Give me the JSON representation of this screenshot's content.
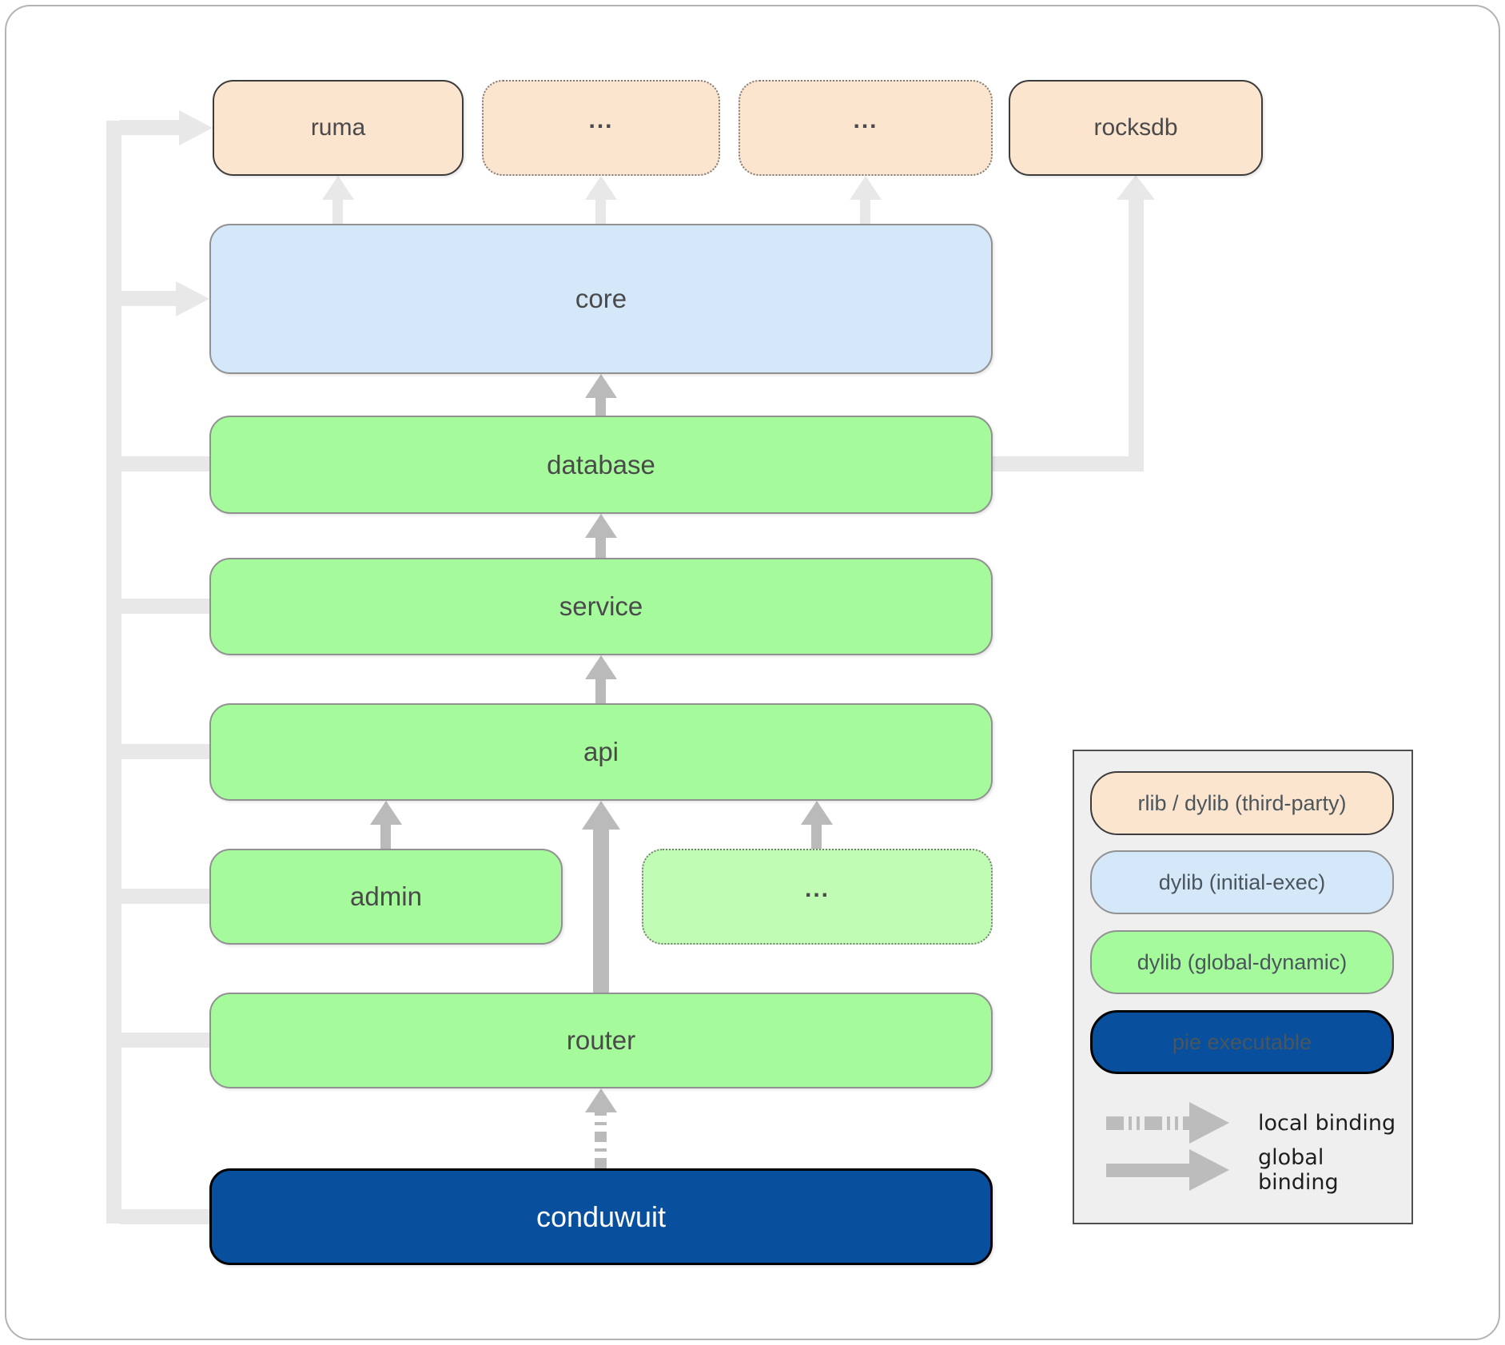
{
  "diagram": {
    "nodes": {
      "ruma": "ruma",
      "top_ellipsis_1": "...",
      "top_ellipsis_2": "...",
      "rocksdb": "rocksdb",
      "core": "core",
      "database": "database",
      "service": "service",
      "api": "api",
      "admin": "admin",
      "mid_ellipsis": "...",
      "router": "router",
      "conduwuit": "conduwuit"
    },
    "edges": [
      {
        "from": "conduwuit",
        "to": "router",
        "binding": "local",
        "emphasis": "strong"
      },
      {
        "from": "conduwuit",
        "to": "ruma",
        "binding": "global",
        "emphasis": "muted"
      },
      {
        "from": "conduwuit",
        "to": "core",
        "binding": "global",
        "emphasis": "muted"
      },
      {
        "from": "conduwuit",
        "to": "database",
        "binding": "global",
        "emphasis": "muted"
      },
      {
        "from": "conduwuit",
        "to": "service",
        "binding": "global",
        "emphasis": "muted"
      },
      {
        "from": "conduwuit",
        "to": "api",
        "binding": "global",
        "emphasis": "muted"
      },
      {
        "from": "conduwuit",
        "to": "admin",
        "binding": "global",
        "emphasis": "muted"
      },
      {
        "from": "router",
        "to": "api",
        "binding": "global",
        "emphasis": "strong"
      },
      {
        "from": "admin",
        "to": "api",
        "binding": "global",
        "emphasis": "strong"
      },
      {
        "from": "mid_ellipsis",
        "to": "api",
        "binding": "global",
        "emphasis": "strong"
      },
      {
        "from": "api",
        "to": "service",
        "binding": "global",
        "emphasis": "strong"
      },
      {
        "from": "service",
        "to": "database",
        "binding": "global",
        "emphasis": "strong"
      },
      {
        "from": "database",
        "to": "core",
        "binding": "global",
        "emphasis": "strong"
      },
      {
        "from": "database",
        "to": "rocksdb",
        "binding": "global",
        "emphasis": "muted"
      },
      {
        "from": "core",
        "to": "ruma",
        "binding": "global",
        "emphasis": "muted"
      },
      {
        "from": "core",
        "to": "top_ellipsis_1",
        "binding": "global",
        "emphasis": "muted"
      },
      {
        "from": "core",
        "to": "top_ellipsis_2",
        "binding": "global",
        "emphasis": "muted"
      }
    ],
    "legend": {
      "items": [
        {
          "label": "rlib / dylib (third-party)",
          "fill": "#fce5cf"
        },
        {
          "label": "dylib (initial-exec)",
          "fill": "#d5e8fa"
        },
        {
          "label": "dylib (global-dynamic)",
          "fill": "#a5fb9b"
        },
        {
          "label": "pie executable",
          "fill": "#084f9d"
        }
      ],
      "bindings": [
        {
          "label": "local binding",
          "style": "dashed"
        },
        {
          "label": "global binding",
          "style": "solid"
        }
      ]
    },
    "colors": {
      "third_party": "#fce5cf",
      "initial_exec": "#d5e8fa",
      "global_dynamic": "#a5fb9b",
      "global_dynamic_muted": "#c0fcb4",
      "pie_executable": "#084f9d",
      "arrow": "#bababa",
      "arrow_muted": "#e8e8e8",
      "label_text": "#4a4a4a"
    }
  }
}
